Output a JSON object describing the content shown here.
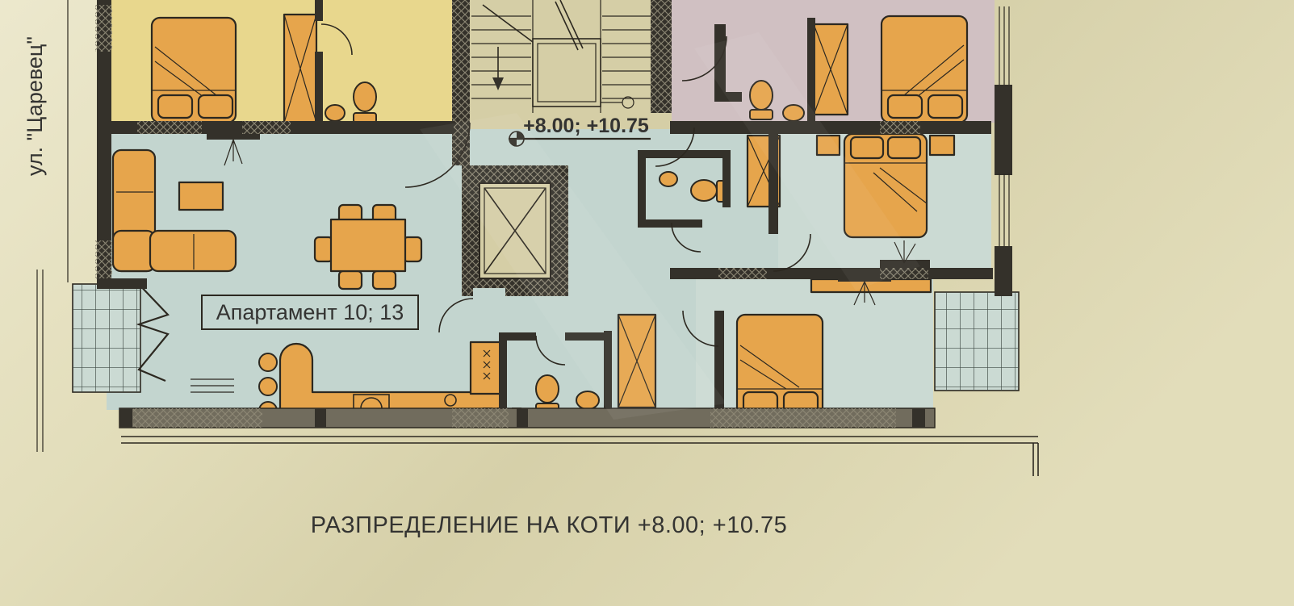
{
  "document": {
    "street_label": "ул. \"Царевец\"",
    "apartment_label": "Апартамент 10; 13",
    "level_label": "+8.00; +10.75",
    "caption": "РАЗПРЕДЕЛЕНИЕ НА КОТИ  +8.00; +10.75"
  },
  "colors": {
    "paper_light": "#ece8cd",
    "paper": "#e2ddba",
    "paper_dark": "#d6d0a9",
    "room_yellow": "#e8d78d",
    "room_pink": "#d0c0c2",
    "room_teal": "#c3d5cf",
    "room_teal_light": "#cbdad3",
    "stairwell": "#d5cea6",
    "furniture": "#e6a54c",
    "wall_dark": "#34312a",
    "wall_gray": "#716c5d",
    "hatch_light": "#8d8875",
    "outline": "#2c2820",
    "grid_line": "#3e4a44",
    "text": "#343432"
  }
}
